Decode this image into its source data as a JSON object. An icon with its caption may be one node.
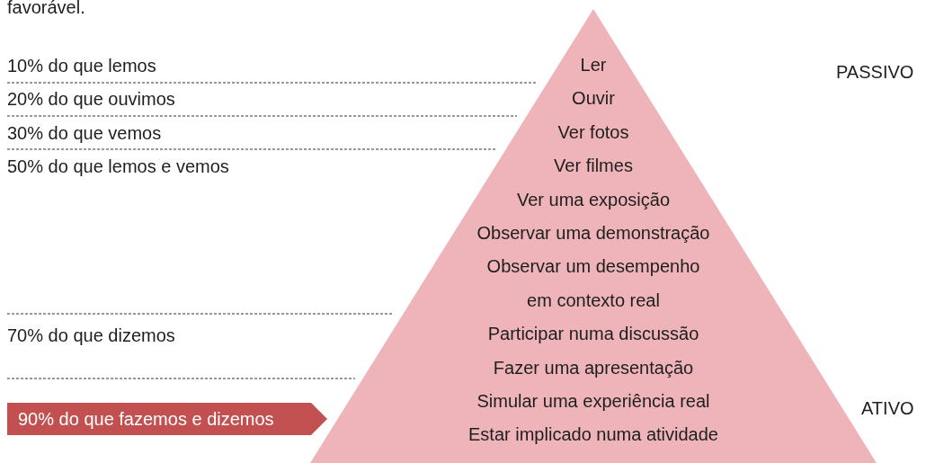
{
  "diagram": {
    "nodes": [
      {
        "text": [
          "Ler",
          "Ouvir",
          "Ver fotos",
          "Ver filmes",
          "Ver uma exposição",
          "Observar uma demonstração",
          "Observar um desempenho em contexto real",
          "Participar numa discussão",
          "Fazer uma apresentação",
          "Simular uma experiência real",
          "Estar implicado numa atividade"
        ]
      },
      {
        "text": [
          "90% do que fazemos e dizemos"
        ]
      }
    ],
    "labels": [
      "favorável.",
      "10% do que lemos",
      "PASSIVO",
      "20% do que ouvimos",
      "30% do que vemos",
      "50% do que lemos e vemos",
      "70% do que dizemos",
      "ATIVO"
    ]
  }
}
